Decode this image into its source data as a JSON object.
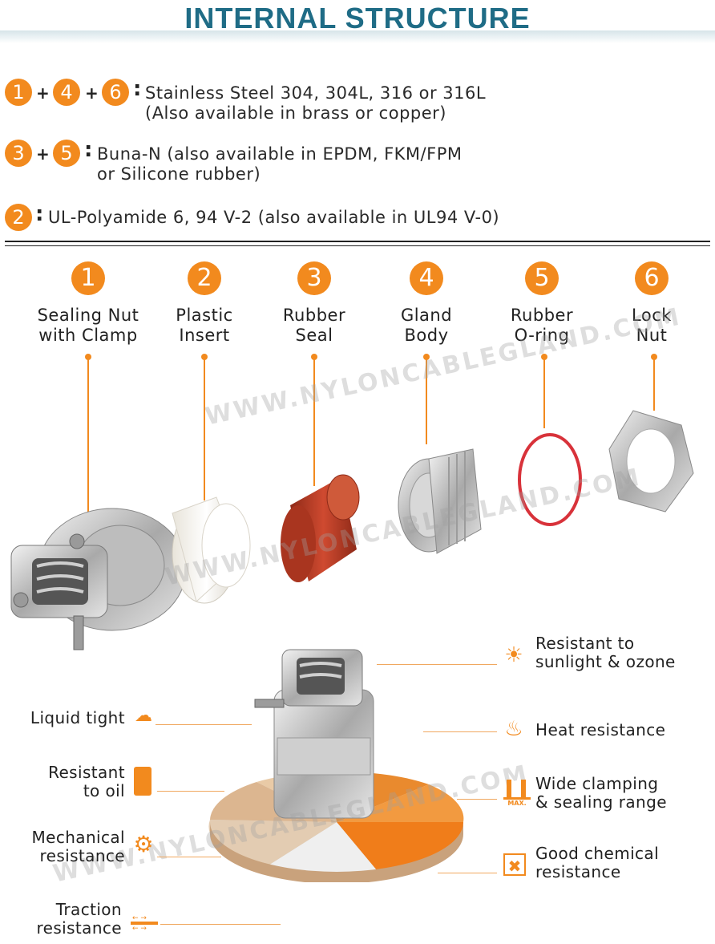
{
  "header": {
    "title": "INTERNAL STRUCTURE"
  },
  "materials": [
    {
      "badges": [
        "1",
        "4",
        "6"
      ],
      "lines": [
        "Stainless Steel 304, 304L, 316 or 316L",
        "(Also available in brass or copper)"
      ]
    },
    {
      "badges": [
        "3",
        "5"
      ],
      "lines": [
        "Buna-N (also available in EPDM, FKM/FPM",
        "or Silicone rubber)"
      ]
    },
    {
      "badges": [
        "2"
      ],
      "lines": [
        "UL-Polyamide 6, 94 V-2 (also available in UL94 V-0)"
      ]
    }
  ],
  "symbols": {
    "plus": "+",
    "colon": ":"
  },
  "parts": [
    {
      "num": "1",
      "name": [
        "Sealing Nut",
        "with Clamp"
      ]
    },
    {
      "num": "2",
      "name": [
        "Plastic",
        "Insert"
      ]
    },
    {
      "num": "3",
      "name": [
        "Rubber",
        "Seal"
      ]
    },
    {
      "num": "4",
      "name": [
        "Gland",
        "Body"
      ]
    },
    {
      "num": "5",
      "name": [
        "Rubber",
        "O-ring"
      ]
    },
    {
      "num": "6",
      "name": [
        "Lock",
        "Nut"
      ]
    }
  ],
  "features_left": [
    {
      "lines": [
        "Liquid tight"
      ],
      "icon": "droplet-cloud-icon"
    },
    {
      "lines": [
        "Resistant",
        "to oil"
      ],
      "icon": "oil-barrel-icon"
    },
    {
      "lines": [
        "Mechanical",
        "resistance"
      ],
      "icon": "gear-wrench-icon"
    },
    {
      "lines": [
        "Traction",
        "resistance"
      ],
      "icon": "traction-arrows-icon"
    }
  ],
  "features_right": [
    {
      "lines": [
        "Resistant to",
        "sunlight & ozone"
      ],
      "icon": "uv-sun-icon"
    },
    {
      "lines": [
        "Heat resistance"
      ],
      "icon": "flame-icon"
    },
    {
      "lines": [
        "Wide clamping",
        "& sealing range"
      ],
      "icon": "max-range-icon",
      "icon_text": "MAX."
    },
    {
      "lines": [
        "Good chemical",
        "resistance"
      ],
      "icon": "chemical-x-icon"
    }
  ],
  "watermark": "WWW.NYLONCABLEGLAND.COM",
  "colors": {
    "accent": "#f28a1e",
    "title": "#1f6c86",
    "seal": "#c0402a",
    "insert": "#f4f1ea",
    "metal": "#c9c9c9"
  }
}
